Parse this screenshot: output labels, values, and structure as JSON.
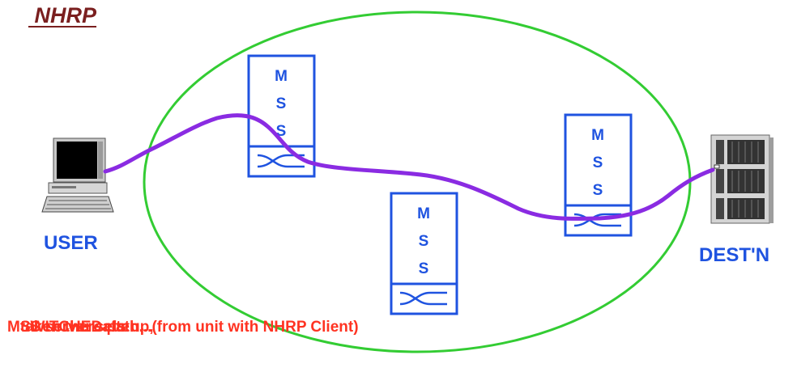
{
  "title": " NHRP",
  "colors": {
    "title": "#7a1f1f",
    "blue": "#1f53e0",
    "green": "#33cc33",
    "path": "#8a2be2",
    "note": "#ff3322"
  },
  "icons": {
    "user": "desktop-computer-icon",
    "dest": "server-tower-icon",
    "switch": "crossover-switch-icon"
  },
  "labels": {
    "user": "USER",
    "dest": "DEST'N"
  },
  "mss_units": [
    {
      "letters": [
        "M",
        "S",
        "S"
      ]
    },
    {
      "letters": [
        "M",
        "S",
        "S"
      ]
    },
    {
      "letters": [
        "M",
        "S",
        "S"
      ]
    }
  ],
  "note_lines": [
    "MSS server sets up,",
    "   SWITCHED path",
    "   taken thereafter....(from unit with NHRP Client)"
  ]
}
